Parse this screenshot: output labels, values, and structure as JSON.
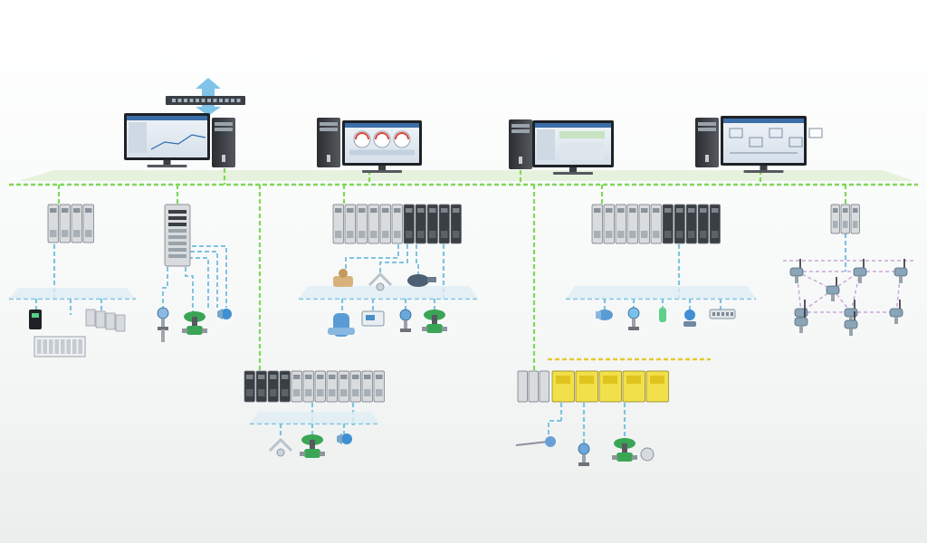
{
  "diagram": {
    "kind": "industrial-control-network",
    "colors": {
      "control_network": "#7ed957",
      "field_bus": "#7fc3e0",
      "wireless_mesh": "#c8a9d8",
      "safety_bus": "#e8c832",
      "plane": "#e6f2dd",
      "field_plane": "#dfeef4",
      "io_module_dark": "#3a3f44",
      "io_module_light": "#d9dcdf",
      "safety_module": "#f1e04a",
      "valve_green": "#3aa655",
      "transmitter_blue": "#3f8fd2"
    },
    "components": {
      "network_switch": "switch-icon",
      "workstations": [
        "engineering-station",
        "operator-station-gauges",
        "asset-management-station",
        "process-graphics-station"
      ],
      "controllers": [
        "compact-controller",
        "tall-io-controller",
        "charm-io-rack",
        "large-io-rack",
        "wireless-gateway",
        "remote-io-rack",
        "safety-system-rack"
      ],
      "field_devices": [
        "vfd-drive",
        "io-panel",
        "plc-modules",
        "temperature-transmitter",
        "control-valve",
        "radar-level",
        "magnetic-flowmeter",
        "pressure-transmitter",
        "wireless-transmitter"
      ]
    }
  }
}
